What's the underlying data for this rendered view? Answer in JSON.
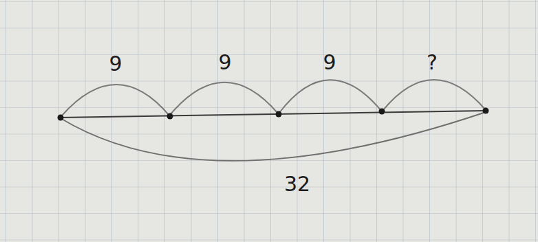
{
  "diagram": {
    "labels": [
      "9",
      "9",
      "9",
      "?",
      "32"
    ]
  }
}
